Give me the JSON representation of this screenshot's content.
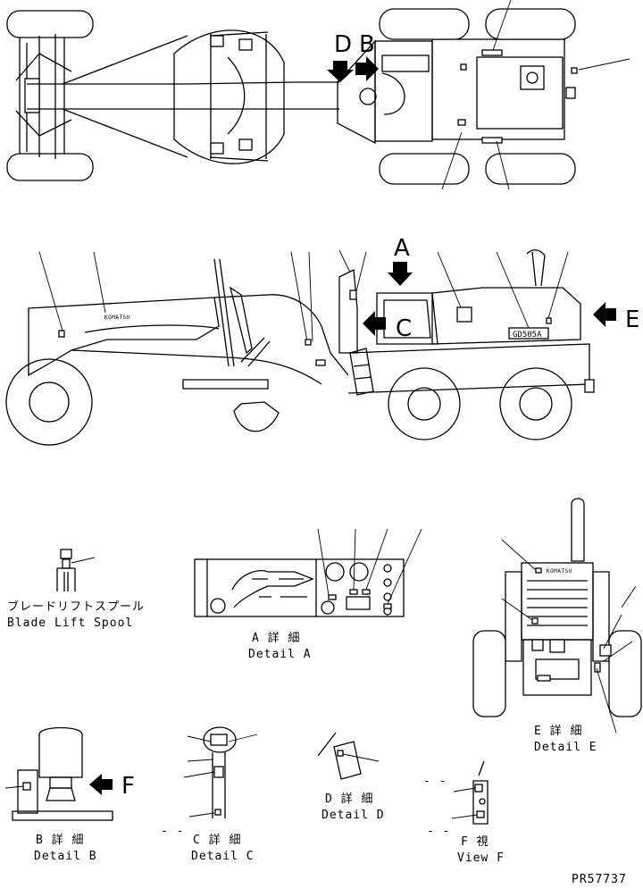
{
  "view_letters": {
    "d": "D",
    "b": "B",
    "a": "A",
    "c": "C",
    "e": "E",
    "f": "F"
  },
  "decals": {
    "side_brand": "KOMATSU",
    "model": "GD505A",
    "grille_brand": "KOMATSU"
  },
  "captions": {
    "blade_lift_jp": "ブレードリフトスプール",
    "blade_lift_en": "Blade Lift Spool",
    "detail_a_jp": "A 詳 細",
    "detail_a_en": "Detail A",
    "detail_b_jp": "B 詳 細",
    "detail_b_en": "Detail B",
    "detail_c_jp": "C 詳 細",
    "detail_c_en": "Detail C",
    "detail_d_jp": "D 詳 細",
    "detail_d_en": "Detail D",
    "detail_e_jp": "E 詳 細",
    "detail_e_en": "Detail E",
    "view_f_jp": "F 視",
    "view_f_en": "View F",
    "dash_marks": "- -"
  },
  "part_number": "PR57737"
}
